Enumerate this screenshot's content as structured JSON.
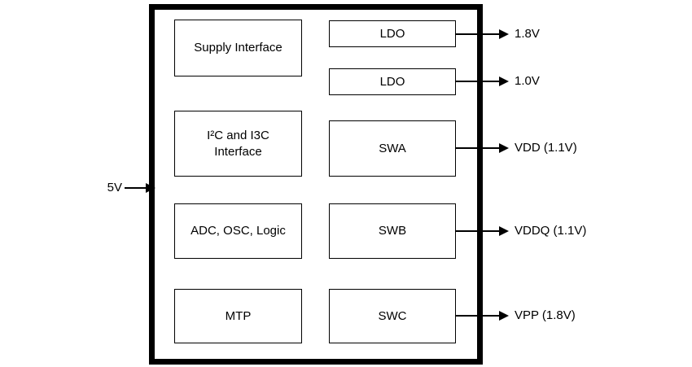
{
  "diagram": {
    "type": "block-diagram",
    "colors": {
      "line": "#000000",
      "background": "#ffffff",
      "text": "#000000"
    },
    "input": {
      "label": "5V"
    },
    "left_blocks": [
      {
        "label": "Supply Interface"
      },
      {
        "label": "I²C and I3C\nInterface"
      },
      {
        "label": "ADC, OSC, Logic"
      },
      {
        "label": "MTP"
      }
    ],
    "right_blocks": [
      {
        "label": "LDO",
        "output": "1.8V"
      },
      {
        "label": "LDO",
        "output": "1.0V"
      },
      {
        "label": "SWA",
        "output": "VDD (1.1V)"
      },
      {
        "label": "SWB",
        "output": "VDDQ (1.1V)"
      },
      {
        "label": "SWC",
        "output": "VPP (1.8V)"
      }
    ]
  }
}
